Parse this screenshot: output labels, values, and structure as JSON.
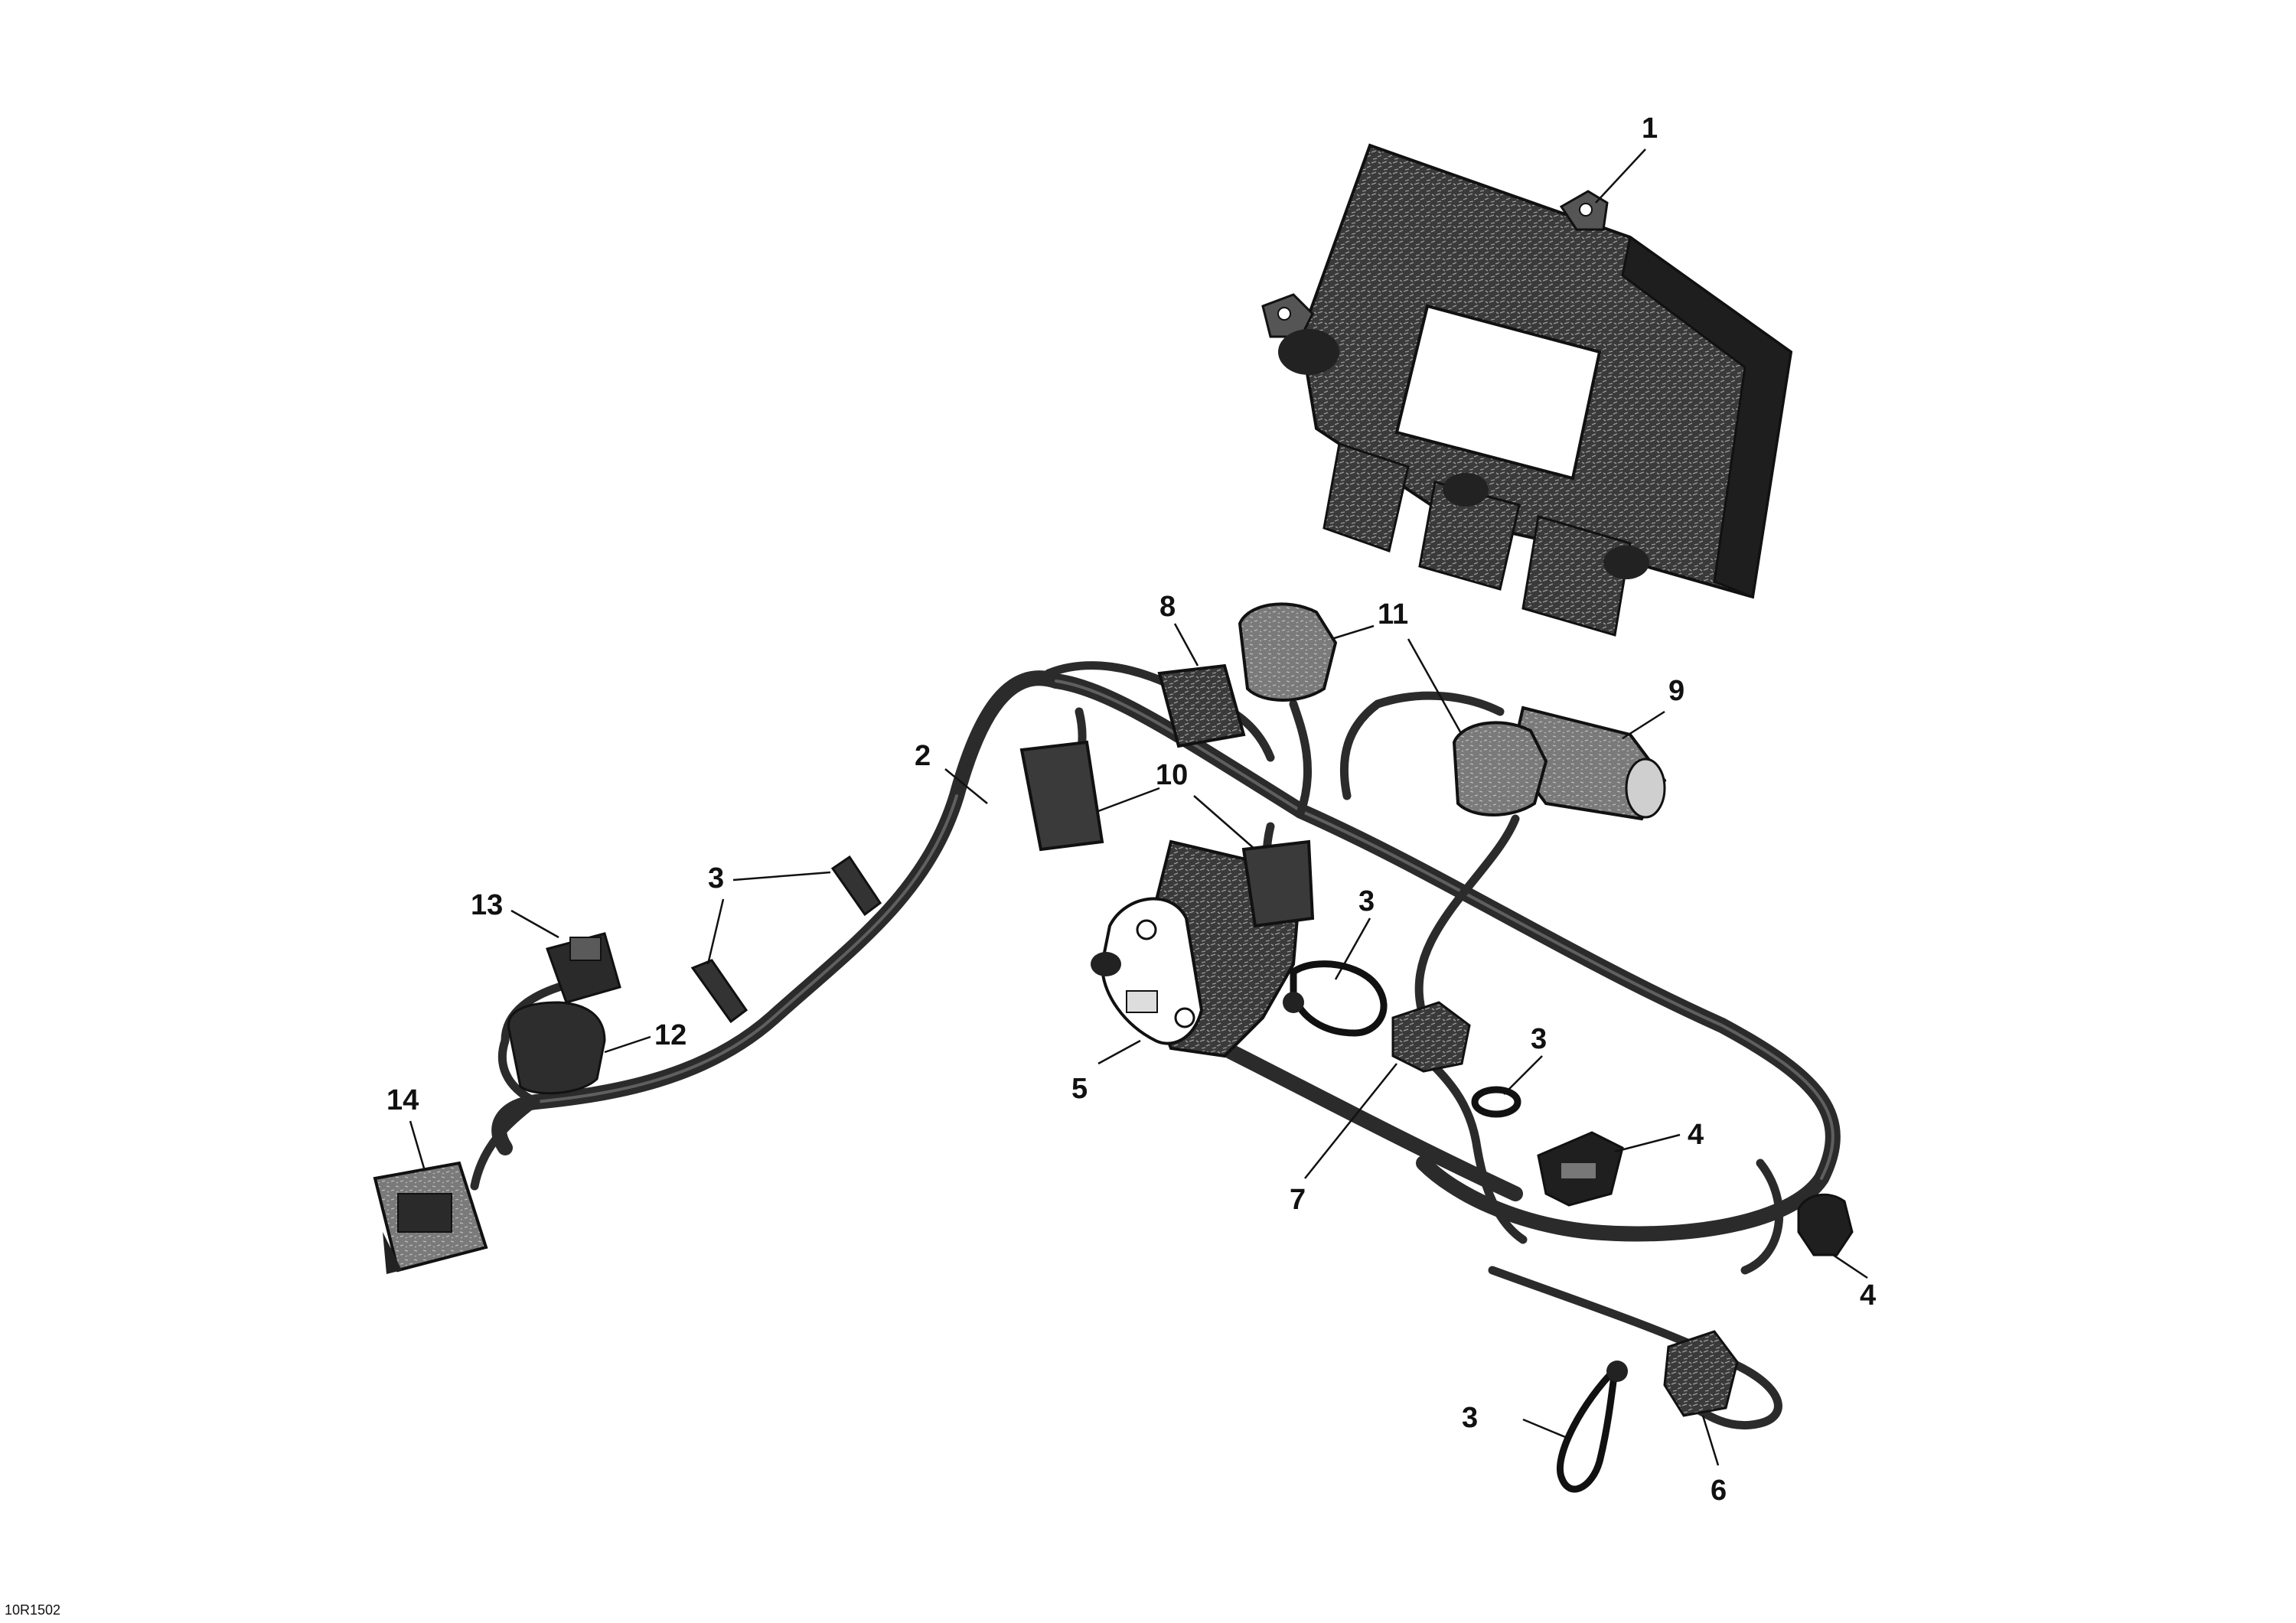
{
  "figure": {
    "reference_code": "10R1502",
    "callouts": [
      {
        "id": "c1a",
        "label": "1"
      },
      {
        "id": "c2a",
        "label": "2"
      },
      {
        "id": "c3a",
        "label": "3"
      },
      {
        "id": "c3b",
        "label": "3"
      },
      {
        "id": "c3c",
        "label": "3"
      },
      {
        "id": "c3d",
        "label": "3"
      },
      {
        "id": "c4a",
        "label": "4"
      },
      {
        "id": "c4b",
        "label": "4"
      },
      {
        "id": "c5a",
        "label": "5"
      },
      {
        "id": "c6a",
        "label": "6"
      },
      {
        "id": "c7a",
        "label": "7"
      },
      {
        "id": "c8a",
        "label": "8"
      },
      {
        "id": "c9a",
        "label": "9"
      },
      {
        "id": "c10a",
        "label": "10"
      },
      {
        "id": "c11a",
        "label": "11"
      },
      {
        "id": "c12a",
        "label": "12"
      },
      {
        "id": "c13a",
        "label": "13"
      },
      {
        "id": "c14a",
        "label": "14"
      }
    ]
  }
}
